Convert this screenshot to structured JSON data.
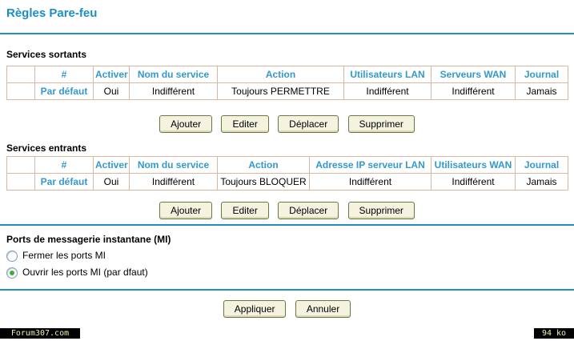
{
  "page": {
    "title": "Règles Pare-feu"
  },
  "colors": {
    "accent_blue": "#1b8fc4",
    "table_header_blue": "#3399cc",
    "table_border_tan": "#d9b8a2",
    "divider_teal": "#2090c0",
    "button_bg": "#f5f2e0",
    "button_border": "#68793f",
    "radio_checked_green": "#3faa3f",
    "status_bar_bg": "#000000",
    "status_bar_text": "#f5f0b0"
  },
  "sections": {
    "outbound": {
      "title": "Services sortants",
      "headers": [
        "",
        "#",
        "Activer",
        "Nom du service",
        "Action",
        "Utilisateurs LAN",
        "Serveurs WAN",
        "Journal"
      ],
      "rows": [
        [
          "",
          "Par défaut",
          "Oui",
          "Indifférent",
          "Toujours PERMETTRE",
          "Indifférent",
          "Indifférent",
          "Jamais"
        ]
      ],
      "buttons": [
        "Ajouter",
        "Editer",
        "Déplacer",
        "Supprimer"
      ]
    },
    "inbound": {
      "title": "Services entrants",
      "headers": [
        "",
        "#",
        "Activer",
        "Nom du service",
        "Action",
        "Adresse IP serveur LAN",
        "Utilisateurs WAN",
        "Journal"
      ],
      "rows": [
        [
          "",
          "Par défaut",
          "Oui",
          "Indifférent",
          "Toujours BLOQUER",
          "Indifférent",
          "Indifférent",
          "Jamais"
        ]
      ],
      "buttons": [
        "Ajouter",
        "Editer",
        "Déplacer",
        "Supprimer"
      ]
    },
    "im_ports": {
      "title": "Ports de messagerie instantane (MI)",
      "options": [
        {
          "label": "Fermer les ports MI",
          "checked": false
        },
        {
          "label": "Ouvrir les ports MI (par dfaut)",
          "checked": true
        }
      ]
    }
  },
  "footer_buttons": [
    "Appliquer",
    "Annuler"
  ],
  "status_bar": {
    "left": "Forum307.com",
    "right": "94 ko"
  }
}
